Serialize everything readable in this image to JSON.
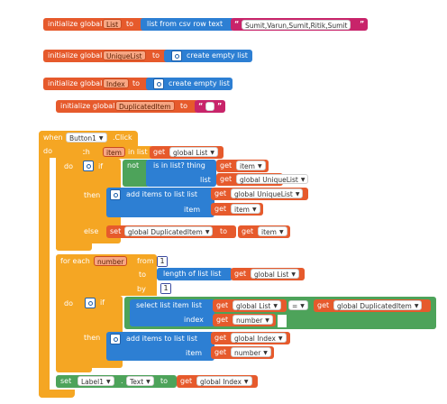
{
  "colors": {
    "variables": "#e65a2c",
    "control": "#f5a623",
    "lists": "#2d7fd3",
    "logic": "#4da35a",
    "text": "#c8246a",
    "math": "#4a55a8"
  },
  "init_blocks": [
    {
      "label": "initialize global",
      "name": "List",
      "to": "to",
      "value_label": "list from csv row  text",
      "value": "Sumit,Varun,Sumit,Ritik,Sumit"
    },
    {
      "label": "initialize global",
      "name": "UniqueList",
      "to": "to",
      "value_label": "create empty list"
    },
    {
      "label": "initialize global",
      "name": "Index",
      "to": "to",
      "value_label": "create empty list"
    },
    {
      "label": "initialize global",
      "name": "DuplicatedItem",
      "to": "to"
    }
  ],
  "event": {
    "when": "when",
    "component": "Button1",
    "event": ".Click",
    "do": "do"
  },
  "loop1": {
    "for_each": "for each",
    "var": "item",
    "in_list": "in list",
    "get": "get",
    "list_ref": "global List",
    "do": "do",
    "if": "if",
    "not": "not",
    "is_in_list": "is in list? thing",
    "thing_get": "get",
    "thing_ref": "item",
    "list_label": "list",
    "list_get": "get",
    "list_ref2": "global UniqueList",
    "then": "then",
    "add_items": "add items to list  list",
    "add_get": "get",
    "add_list_ref": "global UniqueList",
    "item_label": "item",
    "item_get": "get",
    "item_ref": "item",
    "else": "else",
    "set": "set",
    "set_ref": "global DuplicatedItem",
    "set_to": "to",
    "set_get": "get",
    "set_val": "item"
  },
  "loop2": {
    "for_each": "for each",
    "var": "number",
    "from": "from",
    "from_val": "1",
    "to": "to",
    "length": "length of list  list",
    "len_get": "get",
    "len_ref": "global List",
    "by": "by",
    "by_val": "1",
    "do": "do",
    "if": "if",
    "select": "select list item  list",
    "sel_get": "get",
    "sel_ref": "global List",
    "eq": "=",
    "eq_get": "get",
    "eq_ref": "global DuplicatedItem",
    "index_label": "index",
    "index_get": "get",
    "index_ref": "number",
    "then": "then",
    "add_items": "add items to list  list",
    "add_get": "get",
    "add_ref": "global Index",
    "item_label": "item",
    "item_get": "get",
    "item_ref": "number"
  },
  "final_set": {
    "set": "set",
    "component": "Label1",
    "prop": "Text",
    "to": "to",
    "get": "get",
    "ref": "global Index"
  }
}
